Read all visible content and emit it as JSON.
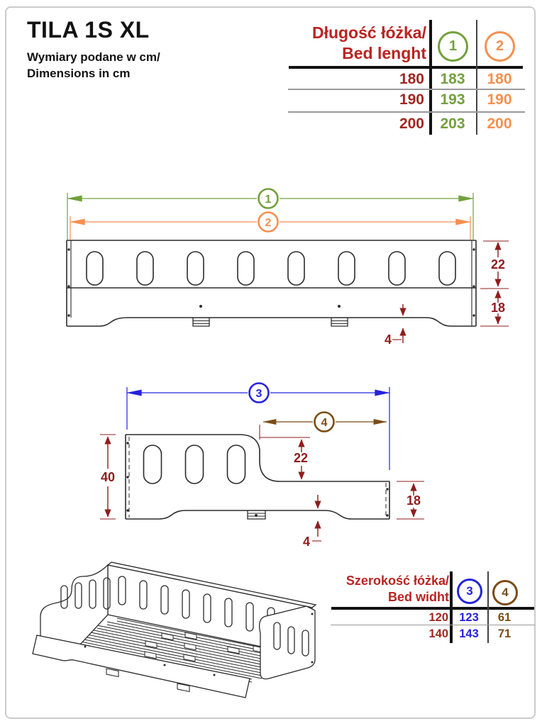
{
  "page": {
    "title": "TILA 1S XL",
    "subtitle1": "Wymiary podane w cm/",
    "subtitle2": "Dimensions in cm"
  },
  "length_table": {
    "header1": "Długość łóżka/",
    "header2": "Bed lenght",
    "col1_badge": "1",
    "col2_badge": "2",
    "rows": [
      {
        "size": "180",
        "v1": "183",
        "v2": "180"
      },
      {
        "size": "190",
        "v1": "193",
        "v2": "190"
      },
      {
        "size": "200",
        "v1": "203",
        "v2": "200"
      }
    ]
  },
  "width_table": {
    "header1": "Szerokość łóżka/",
    "header2": "Bed widht",
    "col3_badge": "3",
    "col4_badge": "4",
    "rows": [
      {
        "size": "120",
        "v3": "123",
        "v4": "61"
      },
      {
        "size": "140",
        "v3": "143",
        "v4": "71"
      }
    ]
  },
  "side_view": {
    "callout1": "1",
    "callout2": "2",
    "dim_rail_height": "22",
    "dim_base_height": "18",
    "dim_foot_height": "4"
  },
  "end_view": {
    "callout3": "3",
    "callout4": "4",
    "dim_total_height": "40",
    "dim_step_height": "22",
    "dim_low_height": "18",
    "dim_foot_height": "4"
  },
  "colors": {
    "header_red": "#b92421",
    "table_maroon": "#9e2823",
    "dim_red": "#8f1d1d",
    "green": "#73a03d",
    "orange": "#f49050",
    "blue": "#2623dd",
    "brown": "#7b4c16",
    "drawing_line": "#2b2b2b"
  }
}
